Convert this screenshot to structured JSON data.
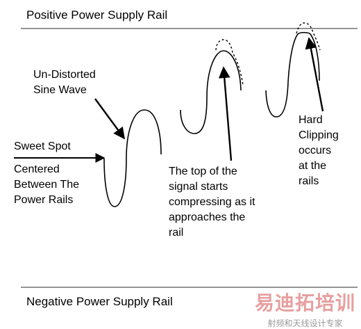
{
  "rails": {
    "positive": "Positive Power Supply Rail",
    "negative": "Negative Power Supply Rail"
  },
  "labels": {
    "undistorted": [
      "Un-Distorted",
      "Sine Wave"
    ],
    "sweet_spot": "Sweet Spot",
    "centered": [
      "Centered",
      "Between The",
      "Power Rails"
    ],
    "compressing": [
      "The top of the",
      "signal starts",
      "compressing as it",
      "approaches the",
      "rail"
    ],
    "clipping": [
      "Hard",
      "Clipping",
      "occurs",
      "at the",
      "rails"
    ]
  },
  "watermark": {
    "brand": "易迪拓培训",
    "subtitle": "射频和天线设计专家"
  },
  "colors": {
    "ink": "#000000",
    "rail_line": "#555555",
    "watermark": "#e08080"
  }
}
